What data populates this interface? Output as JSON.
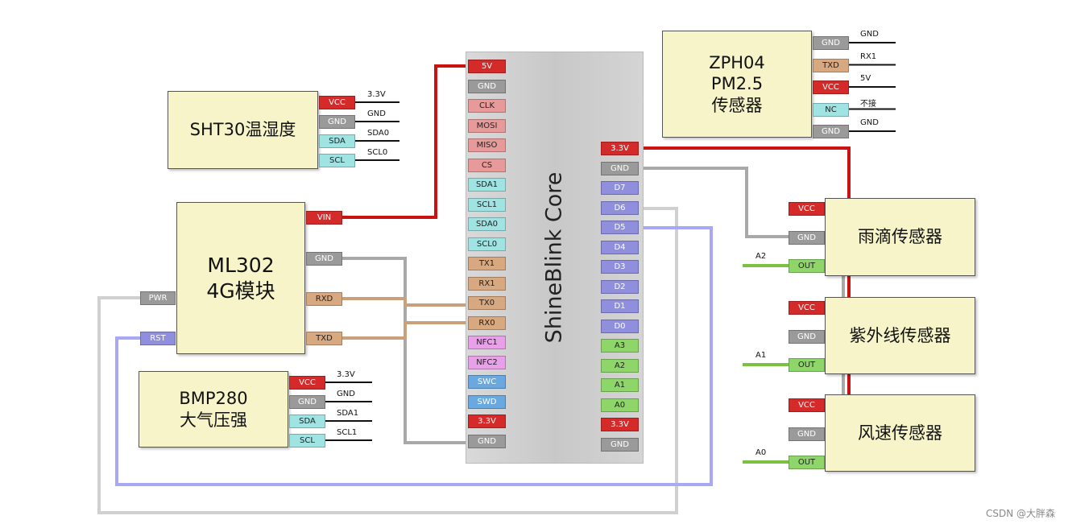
{
  "core": {
    "title": "ShineBlink Core",
    "left_pins": [
      "5V",
      "GND",
      "CLK",
      "MOSI",
      "MISO",
      "CS",
      "SDA1",
      "SCL1",
      "SDA0",
      "SCL0",
      "TX1",
      "RX1",
      "TX0",
      "RX0",
      "NFC1",
      "NFC2",
      "SWC",
      "SWD",
      "3.3V",
      "GND"
    ],
    "right_pins": [
      "3.3V",
      "GND",
      "D7",
      "D6",
      "D5",
      "D4",
      "D3",
      "D2",
      "D1",
      "D0",
      "A3",
      "A2",
      "A1",
      "A0",
      "3.3V",
      "GND"
    ]
  },
  "modules": {
    "sht30": {
      "name": "SHT30温湿度",
      "pins": [
        "VCC",
        "GND",
        "SDA",
        "SCL"
      ],
      "wire_labels": [
        "3.3V",
        "GND",
        "SDA0",
        "SCL0"
      ]
    },
    "ml302": {
      "name": "ML302\n4G模块",
      "right_pins": [
        "VIN",
        "GND",
        "RXD",
        "TXD"
      ],
      "left_pins": [
        "PWR",
        "RST"
      ]
    },
    "bmp280": {
      "name": "BMP280\n大气压强",
      "pins": [
        "VCC",
        "GND",
        "SDA",
        "SCL"
      ],
      "wire_labels": [
        "3.3V",
        "GND",
        "SDA1",
        "SCL1"
      ]
    },
    "zph04": {
      "name": "ZPH04\nPM2.5\n传感器",
      "pins": [
        "GND",
        "TXD",
        "VCC",
        "NC",
        "GND"
      ],
      "wire_labels": [
        "GND",
        "RX1",
        "5V",
        "不接",
        "GND"
      ]
    },
    "rain": {
      "name": "雨滴传感器",
      "pins": [
        "VCC",
        "GND",
        "OUT"
      ],
      "out_label": "A2"
    },
    "uv": {
      "name": "紫外线传感器",
      "pins": [
        "VCC",
        "GND",
        "OUT"
      ],
      "out_label": "A1"
    },
    "wind": {
      "name": "风速传感器",
      "pins": [
        "VCC",
        "GND",
        "OUT"
      ],
      "out_label": "A0"
    }
  },
  "pin_colors": {
    "power": "#d42a2a",
    "gnd": "#9a9a9a",
    "spi": "#e89a9a",
    "i2c": "#9fe3e3",
    "uart": "#d8a880",
    "digital": "#8f8fdd",
    "analog": "#8ed66a",
    "nfc": "#e8a0e8",
    "swd": "#6aa8e0"
  },
  "wire_colors": {
    "red": "#cc1111",
    "gray": "#a8a8a8",
    "tan": "#c9a07a",
    "lightgray": "#d0d0d0",
    "blue": "#a8a8f4",
    "green": "#7cc040"
  },
  "watermark": "CSDN @大胖森"
}
